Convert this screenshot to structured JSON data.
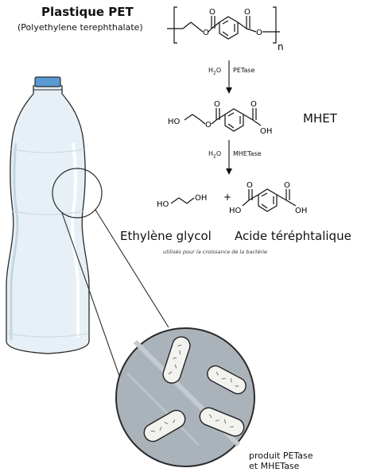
{
  "title": "Plastique PET",
  "subtitle": "(Polyethylene terephthalate)",
  "repeat_subscript": "n",
  "step1": {
    "reagent": "H",
    "reagent_sub": "2",
    "reagent_tail": "O",
    "enzyme": "PETase"
  },
  "step2": {
    "reagent": "H",
    "reagent_sub": "2",
    "reagent_tail": "O",
    "enzyme": "MHETase"
  },
  "mhet_label": "MHET",
  "products": {
    "left": "Ethylène glycol",
    "right": "Acide téréphtalique",
    "plus": "+"
  },
  "note": "utilisés pour la croissance de la bactérie",
  "bacteria_caption_1": "produit PETase",
  "bacteria_caption_2": "et MHETase",
  "atoms": {
    "O": "O",
    "OH": "OH",
    "HO": "HO"
  },
  "colors": {
    "bottle_fill": "#e6f0f6",
    "bottle_cap": "#5a9ad4",
    "lens_fill": "#aab2ba",
    "bacteria_fill": "#f2f2ef"
  }
}
